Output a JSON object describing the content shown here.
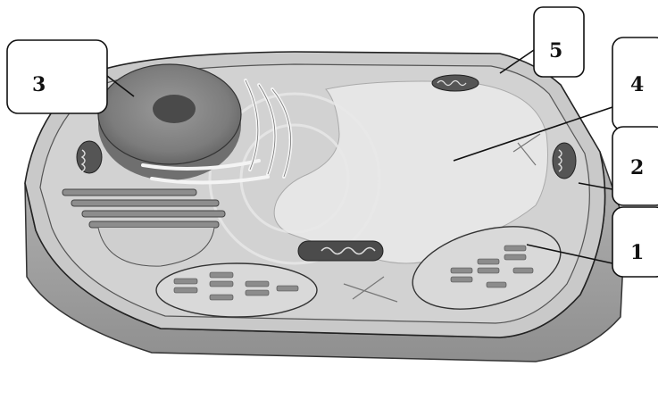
{
  "diagram": {
    "labels": [
      {
        "id": "label-1",
        "text": "1",
        "points_to": "chloroplast"
      },
      {
        "id": "label-2",
        "text": "2",
        "points_to": "cell-membrane"
      },
      {
        "id": "label-3",
        "text": "3",
        "points_to": "nucleus"
      },
      {
        "id": "label-4",
        "text": "4",
        "points_to": "vacuole"
      },
      {
        "id": "label-5",
        "text": "5",
        "points_to": "cell-wall"
      }
    ]
  },
  "colors": {
    "outline": "#222222",
    "wall_side": "#a9a9a9",
    "cytoplasm": "#cfcfcf",
    "vacuole": "#e6e6e6",
    "nucleus": "#8a8a8a"
  }
}
